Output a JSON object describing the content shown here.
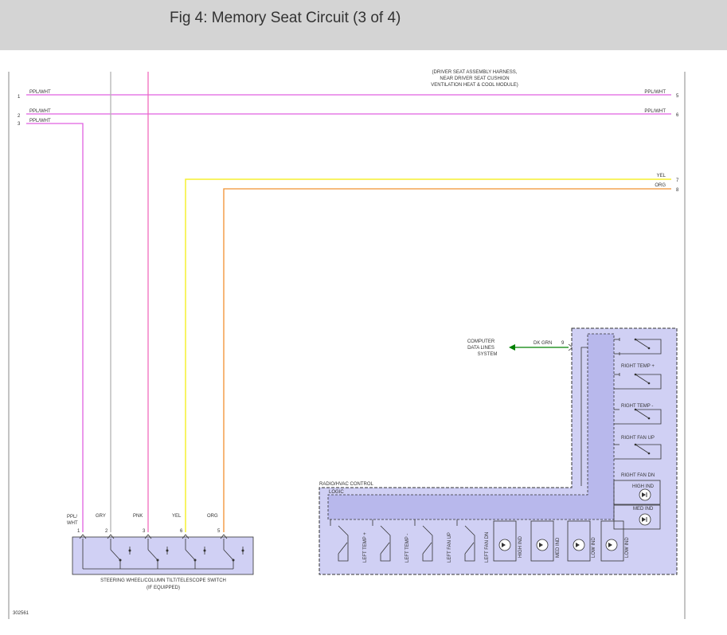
{
  "header": {
    "title": "Fig 4: Memory Seat Circuit (3 of 4)"
  },
  "diagram": {
    "colors": {
      "ppl_wht": "#e060e0",
      "gry": "#b4b4b4",
      "pnk": "#f06cbe",
      "yel": "#f5f030",
      "org": "#f09030",
      "dk_grn": "#008000",
      "module_fill": "#d0d0f4",
      "frame": "#888888"
    },
    "seat_module_label": [
      "(DRIVER SEAT ASSEMBLY HARNESS,",
      "NEAR DRIVER SEAT CUSHION",
      "VENTILATION HEAT & COOL MODULE)"
    ],
    "left_connector": {
      "pins": [
        "1",
        "2",
        "3"
      ],
      "labels": [
        "PPL/WHT",
        "PPL/WHT",
        "PPL/WHT"
      ]
    },
    "right_connector": {
      "pins": [
        "5",
        "6",
        "7",
        "8",
        "9"
      ],
      "labels": [
        "PPL/WHT",
        "PPL/WHT",
        "YEL",
        "ORG",
        "DK GRN"
      ]
    },
    "switch": {
      "wire_labels": [
        "PPL/\nWHT",
        "GRY",
        "PNK",
        "YEL",
        "ORG"
      ],
      "pins": [
        "1",
        "2",
        "3",
        "6",
        "5"
      ],
      "name": [
        "STEERING WHEEL/COLUMN TILT/TELESCOPE SWITCH",
        "(IF EQUIPPED)"
      ]
    },
    "computer_data_lines": [
      "COMPUTER",
      "DATA LINES",
      "SYSTEM"
    ],
    "hvac": {
      "title": "RADIO/HVAC CONTROL",
      "logic": "LOGIC",
      "right_items": [
        "RIGHT TEMP +",
        "RIGHT TEMP -",
        "RIGHT FAN UP",
        "RIGHT FAN DN",
        "HIGH IND",
        "MED IND"
      ],
      "bottom_items": [
        "LEFT TEMP +",
        "LEFT TEMP -",
        "LEFT FAN UP",
        "LEFT FAN DN",
        "HIGH IND",
        "MED IND",
        "LOW IND",
        "LOW IND"
      ]
    },
    "figure_number": "302561"
  }
}
